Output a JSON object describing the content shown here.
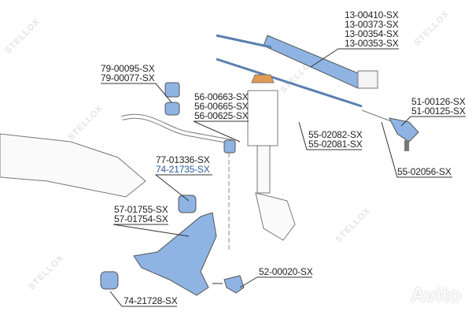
{
  "watermark": "STELLOX",
  "logo": "Avito",
  "colors": {
    "part": "#8fb4e3",
    "outline": "#555555",
    "accent_label": "#2a5d9e"
  },
  "labels": {
    "steering_rack": [
      "13-00410-SX",
      "13-00373-SX",
      "13-00354-SX",
      "13-00353-SX"
    ],
    "stabilizer_bushing": [
      "79-00095-SX",
      "79-00077-SX"
    ],
    "stabilizer_link": [
      "56-00663-SX",
      "56-00665-SX",
      "56-00625-SX"
    ],
    "tie_rod_end": [
      "51-00126-SX",
      "51-00125-SX"
    ],
    "tie_rod": [
      "55-02082-SX",
      "55-02081-SX"
    ],
    "arm_bushing_rear": [
      "77-01336-SX",
      "74-21735-SX"
    ],
    "boot": [
      "55-02056-SX"
    ],
    "control_arm": [
      "57-01755-SX",
      "57-01754-SX"
    ],
    "ball_joint": [
      "52-00020-SX"
    ],
    "arm_bushing_front": [
      "74-21728-SX"
    ]
  }
}
